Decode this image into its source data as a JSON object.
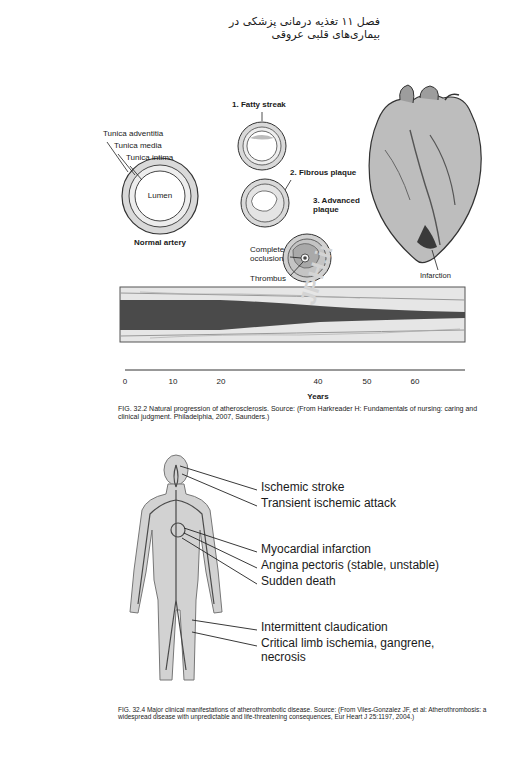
{
  "diagram": {
    "labels": [
      "فصل ۱۱ تغذیه درمانی پزشکی در بیماری‌های قلبی عروقی",
      "1. Fatty streak",
      "Tunica adventitia",
      "Tunica media",
      "Tunica intima",
      "Lumen",
      "Normal artery",
      "2. Fibrous plaque",
      "3. Advanced plaque",
      "Complete occlusion",
      "Thrombus",
      "Infarction",
      "0",
      "10",
      "20",
      "40",
      "50",
      "60",
      "Years",
      "FIG. 32.2 Natural progression of atherosclerosis. Source: (From Harkreader H: Fundamentals of nursing: caring and clinical judgment. Philadelphia, 2007, Saunders.)",
      "JPH.ir",
      "Ischemic stroke",
      "Transient ischemic attack",
      "Myocardial infarction",
      "Angina pectoris (stable, unstable)",
      "Sudden death",
      "Intermittent claudication",
      "Critical limb ischemia, gangrene, necrosis",
      "FIG. 32.4 Major clinical manifestations of atherothrombotic disease. Source: (From Viles-Gonzalez JF, et al: Atherothrombosis: a widespread disease with unpredictable and life-threatening consequences, Eur Heart J 25:1197, 2004.)"
    ]
  }
}
